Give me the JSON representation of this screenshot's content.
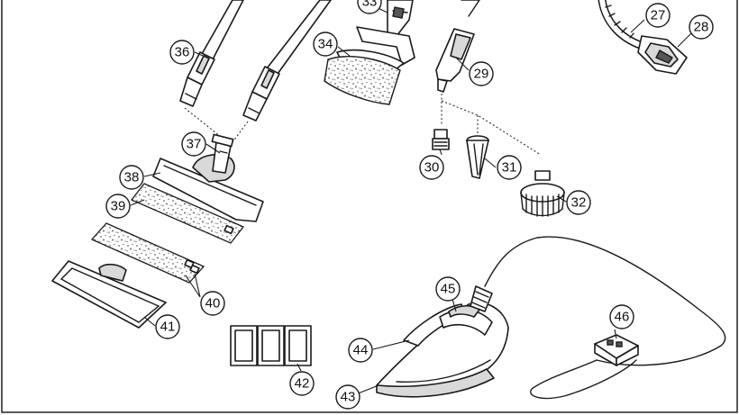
{
  "callouts": {
    "c27": "27",
    "c28": "28",
    "c29": "29",
    "c30": "30",
    "c31": "31",
    "c32": "32",
    "c33": "33",
    "c34": "34",
    "c36": "36",
    "c37": "37",
    "c38": "38",
    "c39": "39",
    "c40": "40",
    "c41": "41",
    "c42": "42",
    "c43": "43",
    "c44": "44",
    "c45": "45",
    "c46": "46"
  }
}
